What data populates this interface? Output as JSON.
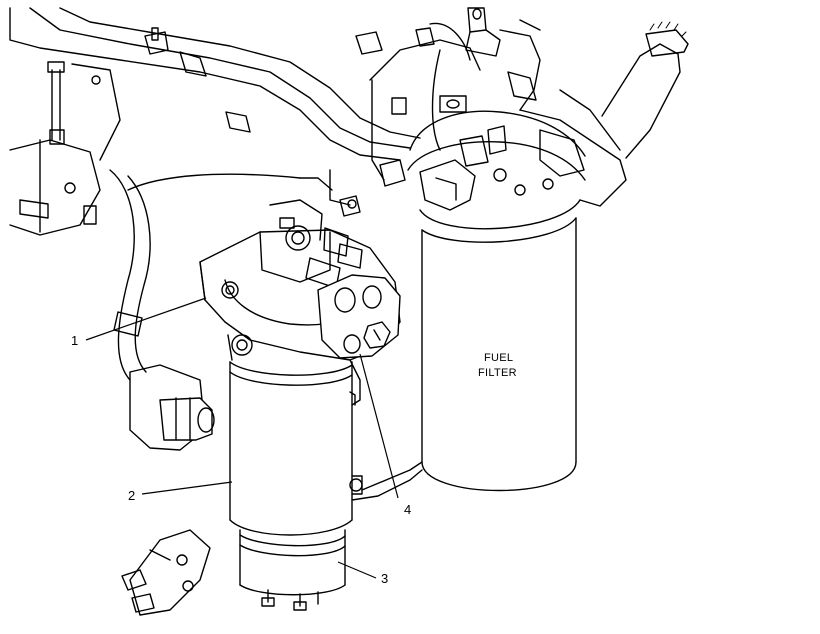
{
  "labels": {
    "filter_line1": "FUEL",
    "filter_line2": "FILTER"
  },
  "callouts": [
    {
      "id": "1",
      "text": "1"
    },
    {
      "id": "2",
      "text": "2"
    },
    {
      "id": "3",
      "text": "3"
    },
    {
      "id": "4",
      "text": "4"
    }
  ],
  "colors": {
    "ink": "#000000",
    "paper": "#ffffff"
  }
}
